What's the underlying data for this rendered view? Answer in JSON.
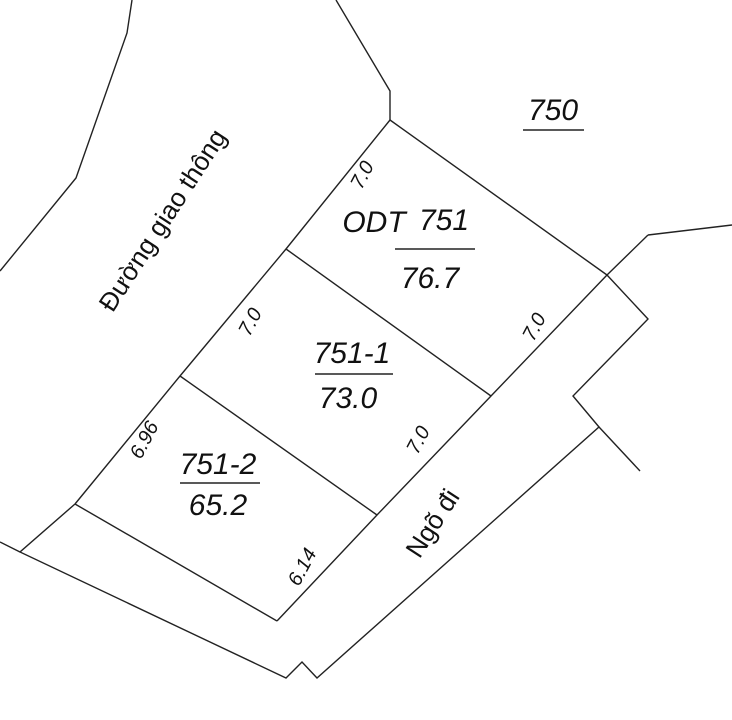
{
  "map": {
    "line_color": "#222222",
    "neighbor_parcel": "750",
    "road_main": "Đường giao thông",
    "road_alley": "Ngõ đi",
    "parcels": [
      {
        "land_type": "ODT",
        "number": "751",
        "area": "76.7"
      },
      {
        "number": "751-1",
        "area": "73.0"
      },
      {
        "number": "751-2",
        "area": "65.2"
      }
    ],
    "dimensions": {
      "p751_left": "7.0",
      "p751_right": "7.0",
      "p7511_left": "7.0",
      "p7511_right": "7.0",
      "p7512_left": "6.96",
      "p7512_right": "6.14"
    }
  }
}
